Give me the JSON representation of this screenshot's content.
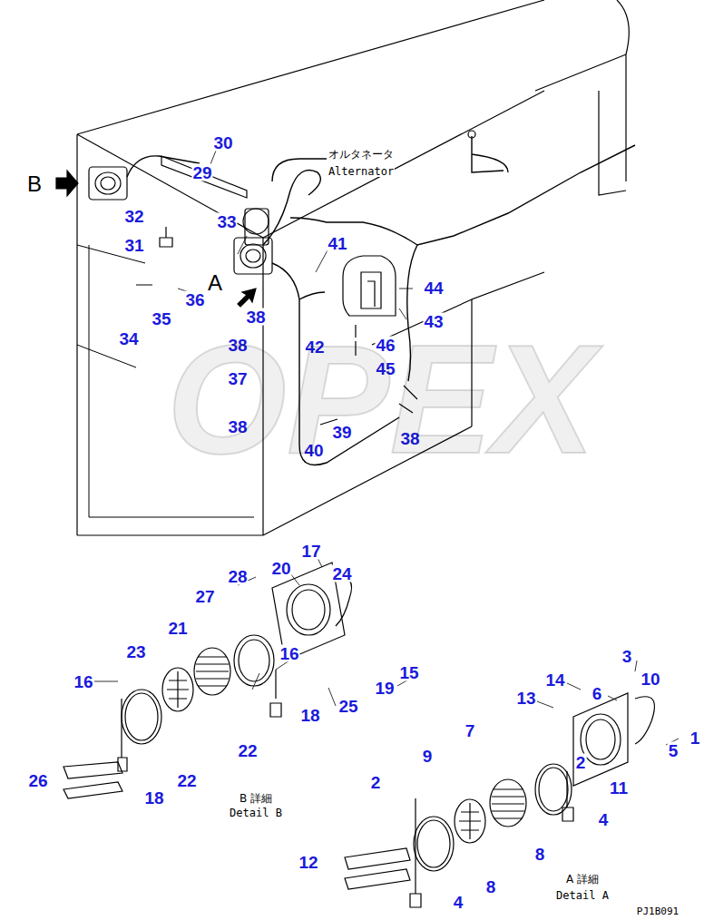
{
  "diagram": {
    "labels": [
      "B",
      "30",
      "29",
      "32",
      "33",
      "31",
      "オルタネータ",
      "Alternator",
      "41",
      "36",
      "35",
      "34",
      "A",
      "38",
      "44",
      "42",
      "43",
      "38",
      "46",
      "37",
      "45",
      "39",
      "38",
      "40",
      "38",
      "OPEX",
      "17",
      "20",
      "24",
      "28",
      "27",
      "21",
      "23",
      "16",
      "16",
      "15",
      "19",
      "18",
      "25",
      "22",
      "26",
      "22",
      "18",
      "B 詳細",
      "Detail B",
      "3",
      "10",
      "14",
      "6",
      "13",
      "7",
      "1",
      "5",
      "9",
      "2",
      "11",
      "4",
      "2",
      "8",
      "12",
      "8",
      "4",
      "A 詳細",
      "Detail A",
      "PJ1B091"
    ]
  }
}
